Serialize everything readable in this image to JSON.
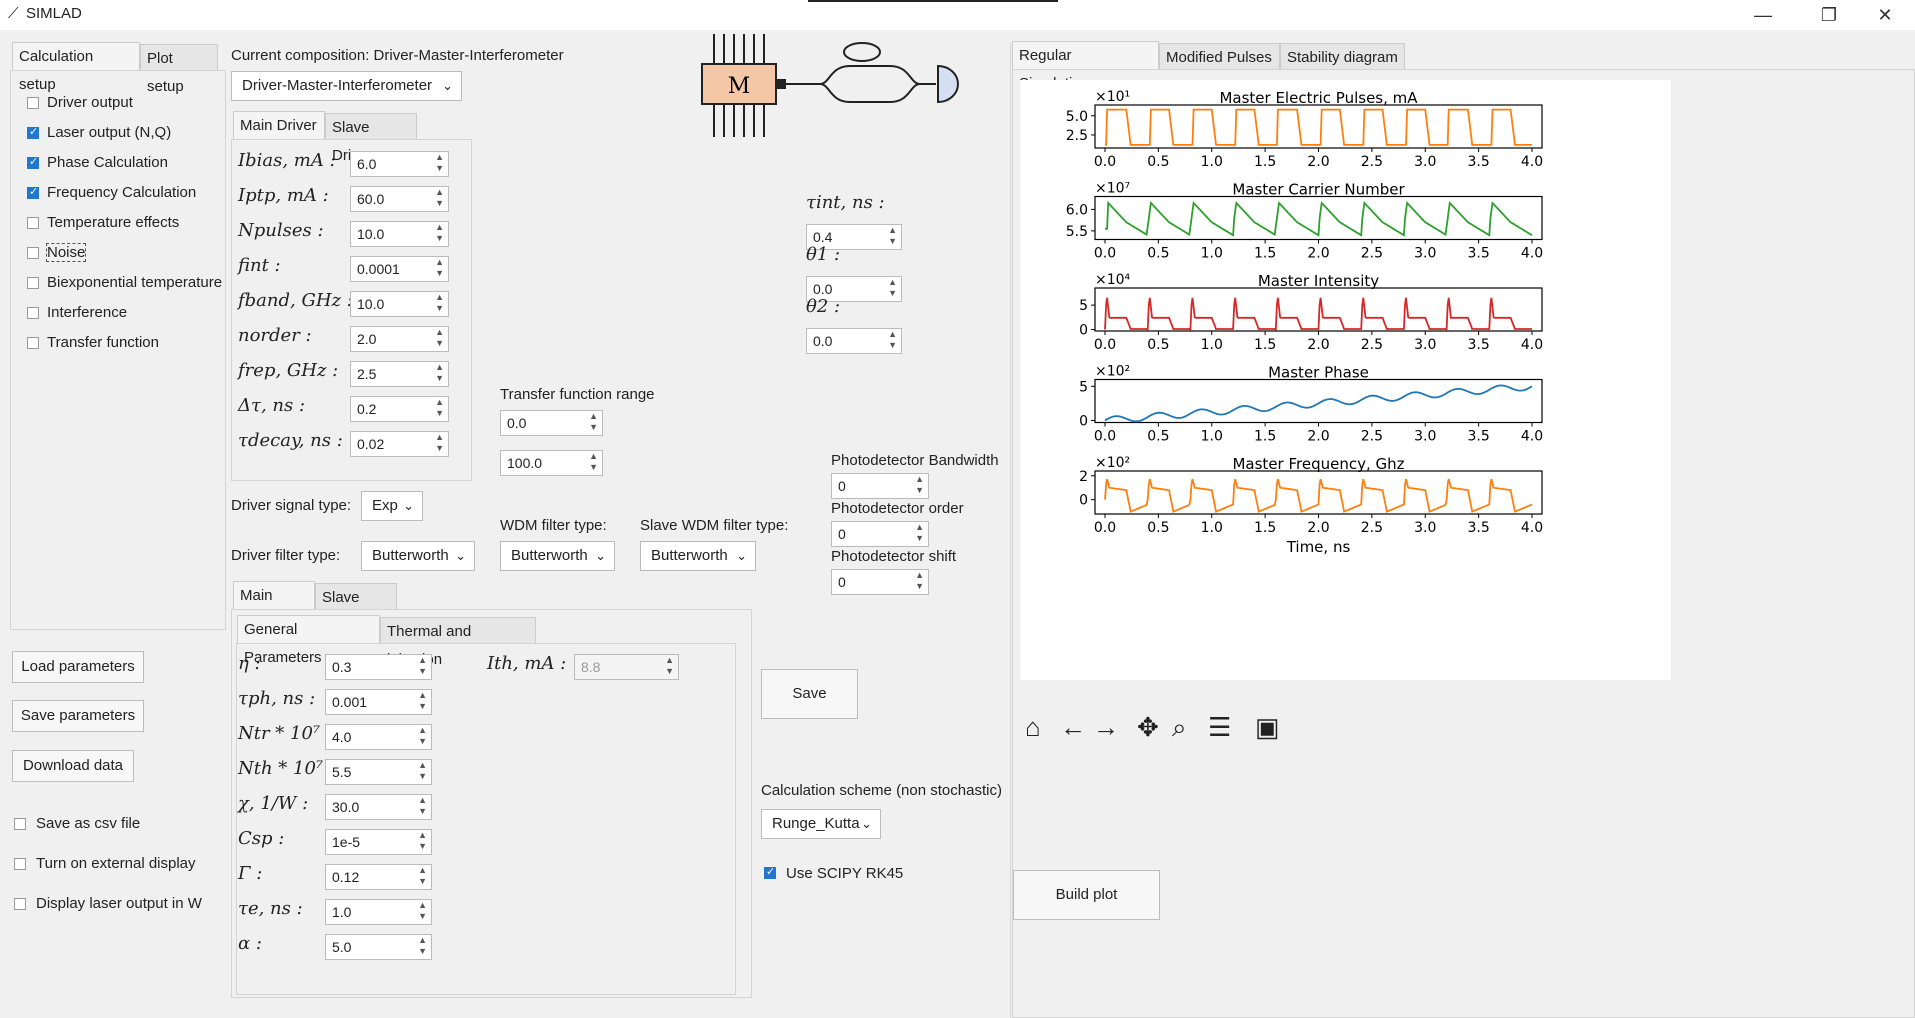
{
  "app": {
    "title": "SIMLAD",
    "min_icon": "minimize-icon",
    "max_icon": "maximize-icon",
    "close_icon": "close-icon"
  },
  "left_tabs": [
    "Calculation setup",
    "Plot setup"
  ],
  "checkboxes": [
    {
      "label": "Driver output",
      "checked": false
    },
    {
      "label": "Laser output (N,Q)",
      "checked": true
    },
    {
      "label": "Phase Calculation",
      "checked": true
    },
    {
      "label": "Frequency Calculation",
      "checked": true
    },
    {
      "label": "Temperature effects",
      "checked": false
    },
    {
      "label": "Noise",
      "checked": false
    },
    {
      "label": "Biexponential temperature",
      "checked": false
    },
    {
      "label": "Interference",
      "checked": false
    },
    {
      "label": "Transfer function",
      "checked": false
    }
  ],
  "left_buttons": [
    "Load parameters",
    "Save parameters",
    "Download data"
  ],
  "bottom_checkboxes": [
    {
      "label": "Save as csv file",
      "checked": false
    },
    {
      "label": "Turn on external display",
      "checked": false
    },
    {
      "label": "Display laser output in W",
      "checked": false
    }
  ],
  "composition": {
    "label": "Current composition: Driver-Master-Interferometer",
    "value": "Driver-Master-Interferometer"
  },
  "diagram": {
    "master_letter": "M"
  },
  "driver_tabs": [
    "Main Driver",
    "Slave Driver"
  ],
  "driver_params": [
    {
      "label": "Ibias, mA :",
      "value": "6.0"
    },
    {
      "label": "Iptp, mA :",
      "value": "60.0"
    },
    {
      "label": "Npulses :",
      "value": "10.0"
    },
    {
      "label": "fint :",
      "value": "0.0001"
    },
    {
      "label": "fband, GHz :",
      "value": "10.0"
    },
    {
      "label": "norder :",
      "value": "2.0"
    },
    {
      "label": "frep, GHz :",
      "value": "2.5"
    },
    {
      "label": "Δτ, ns :",
      "value": "0.2"
    },
    {
      "label": "τdecay, ns :",
      "value": "0.02"
    }
  ],
  "interf_params": [
    {
      "label": "τint, ns :",
      "value": "0.4"
    },
    {
      "label": "θ1 :",
      "value": "0.0"
    },
    {
      "label": "θ2 :",
      "value": "0.0"
    }
  ],
  "transfer": {
    "label": "Transfer function range",
    "from": "0.0",
    "to": "100.0"
  },
  "photodetector": [
    {
      "label": "Photodetector Bandwidth",
      "value": "0"
    },
    {
      "label": "Photodetector order",
      "value": "0"
    },
    {
      "label": "Photodetector shift",
      "value": "0"
    }
  ],
  "driver_signal": {
    "label": "Driver signal type:",
    "value": "Exp"
  },
  "driver_filter": {
    "label": "Driver filter type:",
    "value": "Butterworth"
  },
  "wdm_filter": {
    "label": "WDM filter type:",
    "value": "Butterworth"
  },
  "slave_wdm_filter": {
    "label": "Slave WDM filter type:",
    "value": "Butterworth"
  },
  "laser_tabs": [
    "Main laser",
    "Slave laser"
  ],
  "laser_subtabs": [
    "General Parameters",
    "Thermal and injection"
  ],
  "laser_params": [
    {
      "label": "η :",
      "value": "0.3"
    },
    {
      "label": "τph, ns :",
      "value": "0.001"
    },
    {
      "label": "Ntr * 10⁷ :",
      "value": "4.0"
    },
    {
      "label": "Nth * 10⁷ :",
      "value": "5.5"
    },
    {
      "label": "χ, 1/W :",
      "value": "30.0"
    },
    {
      "label": "Csp :",
      "value": "1e-5"
    },
    {
      "label": "Γ :",
      "value": "0.12"
    },
    {
      "label": "τe, ns :",
      "value": "1.0"
    },
    {
      "label": "α :",
      "value": "5.0"
    }
  ],
  "ith": {
    "label": "Ith, mA :",
    "value": "8.8"
  },
  "save_button": "Save",
  "scheme": {
    "label": "Calculation scheme (non stochastic)",
    "value": "Runge_Kutta"
  },
  "scipy": {
    "label": "Use SCIPY RK45",
    "checked": true
  },
  "right_tabs": [
    "Regular Simulations",
    "Modified Pulses",
    "Stability diagram"
  ],
  "build_plot": "Build plot",
  "toolbar_icons": [
    "home-icon",
    "back-icon",
    "forward-icon",
    "pan-icon",
    "zoom-icon",
    "configure-icon",
    "save-icon"
  ],
  "chart_data": [
    {
      "type": "line",
      "title": "Master Electric Pulses, mA",
      "multiplier": "×10¹",
      "x": [
        0,
        4
      ],
      "xticks": [
        "0.0",
        "0.5",
        "1.0",
        "1.5",
        "2.0",
        "2.5",
        "3.0",
        "3.5",
        "4.0"
      ],
      "yticks": [
        "5.0",
        "2.5"
      ],
      "ytick_values": [
        5,
        2.5
      ],
      "ylim": [
        0.8,
        6.4
      ],
      "color": "#ff7f0e",
      "shape": "pulse"
    },
    {
      "type": "line",
      "title": "Master Carrier Number",
      "multiplier": "×10⁷",
      "x": [
        0,
        4
      ],
      "xticks": [
        "0.0",
        "0.5",
        "1.0",
        "1.5",
        "2.0",
        "2.5",
        "3.0",
        "3.5",
        "4.0"
      ],
      "yticks": [
        "6.0",
        "5.5"
      ],
      "ytick_values": [
        6.0,
        5.5
      ],
      "ylim": [
        5.3,
        6.3
      ],
      "color": "#2ca02c",
      "shape": "carrier"
    },
    {
      "type": "line",
      "title": "Master Intensity",
      "multiplier": "×10⁴",
      "x": [
        0,
        4
      ],
      "xticks": [
        "0.0",
        "0.5",
        "1.0",
        "1.5",
        "2.0",
        "2.5",
        "3.0",
        "3.5",
        "4.0"
      ],
      "yticks": [
        "5",
        "0"
      ],
      "ytick_values": [
        5,
        0
      ],
      "ylim": [
        -0.3,
        8.5
      ],
      "color": "#d62728",
      "shape": "intensity"
    },
    {
      "type": "line",
      "title": "Master Phase",
      "multiplier": "×10²",
      "x": [
        0,
        4
      ],
      "xticks": [
        "0.0",
        "0.5",
        "1.0",
        "1.5",
        "2.0",
        "2.5",
        "3.0",
        "3.5",
        "4.0"
      ],
      "yticks": [
        "5",
        "0"
      ],
      "ytick_values": [
        5,
        0
      ],
      "ylim": [
        -0.3,
        6
      ],
      "color": "#1f77b4",
      "shape": "phase"
    },
    {
      "type": "line",
      "title": "Master Frequency, Ghz",
      "multiplier": "×10²",
      "x": [
        0,
        4
      ],
      "xticks": [
        "0.0",
        "0.5",
        "1.0",
        "1.5",
        "2.0",
        "2.5",
        "3.0",
        "3.5",
        "4.0"
      ],
      "yticks": [
        "2",
        "0"
      ],
      "ytick_values": [
        2,
        0
      ],
      "ylim": [
        -1.2,
        2.4
      ],
      "color": "#ff7f0e",
      "shape": "frequency",
      "xlabel": "Time, ns"
    }
  ]
}
